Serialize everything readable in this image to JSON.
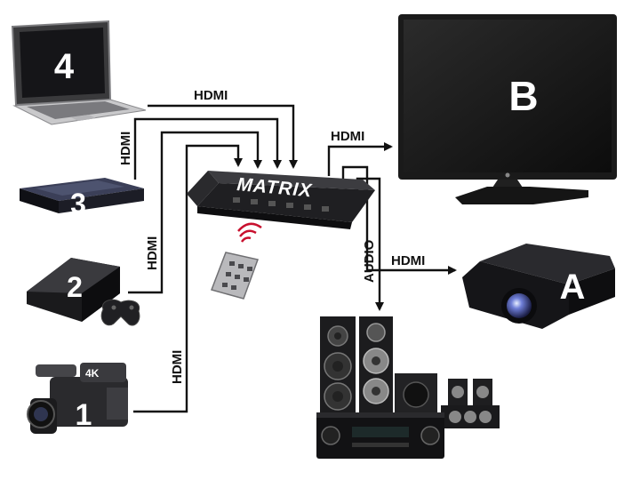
{
  "diagram": {
    "hub": {
      "label": "MATRIX"
    },
    "sources": [
      {
        "label": "4"
      },
      {
        "label": "3"
      },
      {
        "label": "2"
      },
      {
        "label": "1",
        "badge": "4K"
      }
    ],
    "outputs": {
      "tv": {
        "label": "B"
      },
      "projector": {
        "label": "A"
      }
    },
    "connections": {
      "hdmi_source_4": "HDMI",
      "hdmi_source_3": "HDMI",
      "hdmi_source_2": "HDMI",
      "hdmi_source_1": "HDMI",
      "hdmi_to_tv": "HDMI",
      "hdmi_to_projector": "HDMI",
      "audio_to_speakers": "AUDIO"
    }
  }
}
